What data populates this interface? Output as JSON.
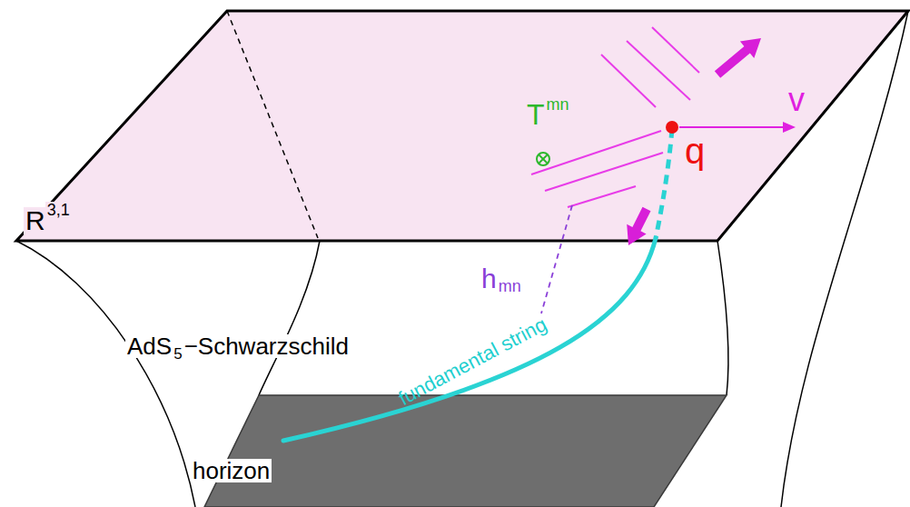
{
  "diagram": {
    "labels": [
      "R",
      "3,1",
      "AdS",
      "5",
      "−Schwarzschild",
      "fundamental string",
      "horizon",
      "T",
      "mn",
      "q",
      "v",
      "h",
      "mn"
    ]
  }
}
